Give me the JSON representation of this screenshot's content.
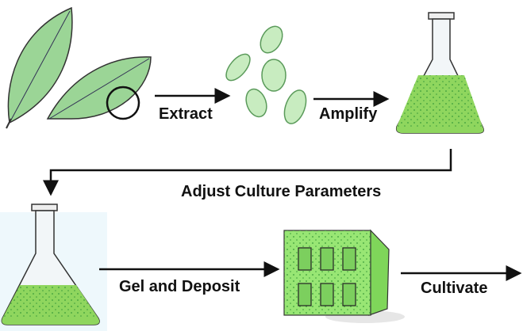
{
  "steps": {
    "extract": "Extract",
    "amplify": "Amplify",
    "adjust": "Adjust Culture Parameters",
    "gel": "Gel and Deposit",
    "cultivate": "Cultivate"
  },
  "colors": {
    "leaf": "#8fcf8a",
    "liquid": "#8fd65e",
    "cell": "#c8ecc0",
    "scaffold": "#8ee06a",
    "arrow": "#111111"
  }
}
